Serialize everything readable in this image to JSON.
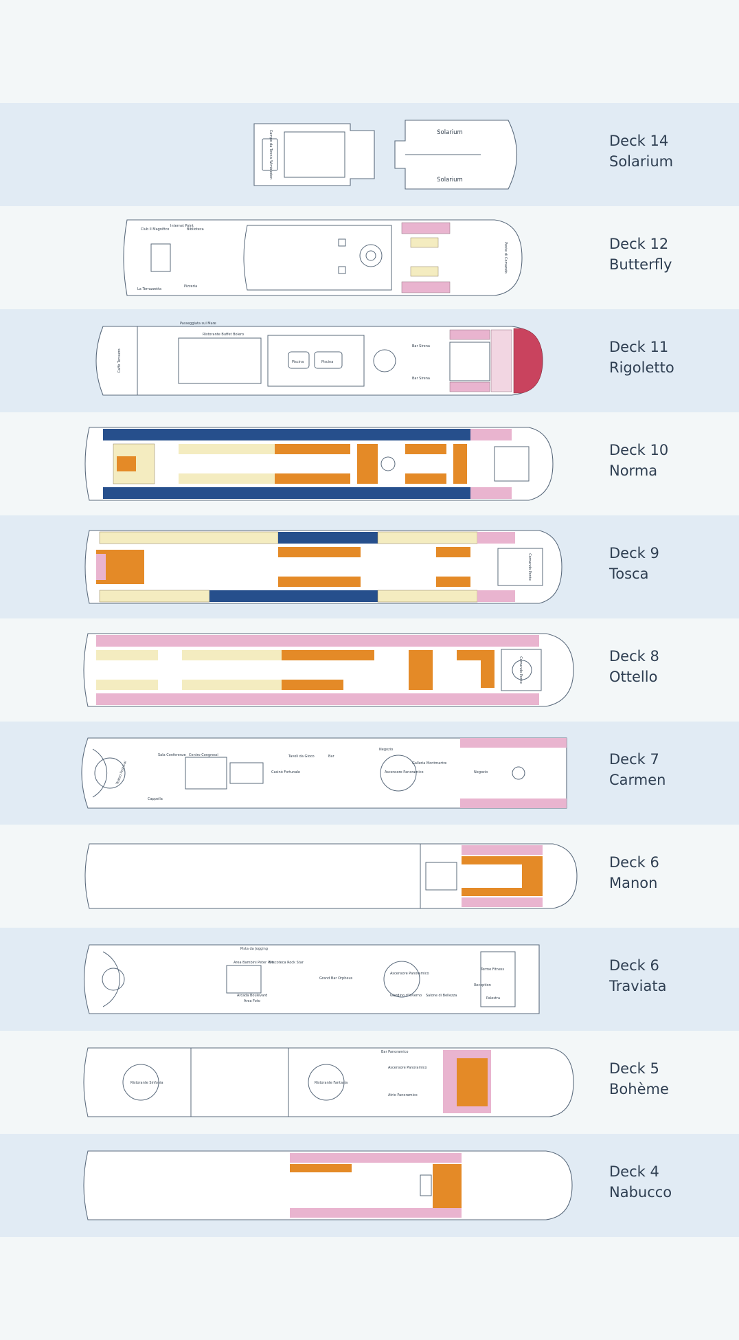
{
  "colors": {
    "background": "#f3f7f8",
    "band_shaded": "#e1ebf4",
    "cabin_pink": "#e9b4cf",
    "cabin_blue": "#264f8c",
    "cabin_orange": "#e48a27",
    "cabin_yellow": "#f4ecc0",
    "suite_red": "#c9435e",
    "label": "#2f3f52"
  },
  "decks": [
    {
      "number": "Deck 14",
      "name": "Solarium",
      "areas": [
        "Solarium",
        "Solarium",
        "Campo da Tennis Wimbledon"
      ]
    },
    {
      "number": "Deck 12",
      "name": "Butterfly",
      "areas": [
        "Club Il Magnifico",
        "Internet Point",
        "Biblioteca",
        "La Terrazzetta",
        "Pizzeria",
        "Ponte di Comando"
      ]
    },
    {
      "number": "Deck 11",
      "name": "Rigoletto",
      "areas": [
        "Caffè Terrazzo",
        "Passeggiata sul Mare",
        "Ristorante Buffet Bolero",
        "Piscina",
        "Piscina",
        "Bar Sirena",
        "Bar Sirena"
      ]
    },
    {
      "number": "Deck 10",
      "name": "Norma",
      "areas": []
    },
    {
      "number": "Deck 9",
      "name": "Tosca",
      "areas": [
        "Comando Ponte"
      ]
    },
    {
      "number": "Deck 8",
      "name": "Ottello",
      "areas": [
        "Comando Ponte"
      ]
    },
    {
      "number": "Deck 7",
      "name": "Carmen",
      "areas": [
        "Teatro Festival",
        "Sala Conferenze",
        "Centro Congressi",
        "Casinò Fortunale",
        "Tavoli da Gioco",
        "Bar",
        "Negozio",
        "Ascensore Panoramico",
        "Galleria Montmartre",
        "Negozio",
        "Cappella"
      ]
    },
    {
      "number": "Deck 6",
      "name": "Manon",
      "areas": []
    },
    {
      "number": "Deck 6",
      "name": "Traviata",
      "areas": [
        "Pista da Jogging",
        "Area Bambini Peter Pan",
        "Discoteca Rock Star",
        "Arcada Boulevard",
        "Area Foto",
        "Grand Bar Orpheus",
        "Ascensore Panoramico",
        "Giardino d'Inverno",
        "Salone di Bellezza",
        "Terme Fitness",
        "Palestra",
        "Reception"
      ]
    },
    {
      "number": "Deck 5",
      "name": "Bohème",
      "areas": [
        "Ristorante Sinfonia",
        "Ristorante Fantasia",
        "Bar Panoramico",
        "Ascensore Panoramico",
        "Atrio Panoramico"
      ]
    },
    {
      "number": "Deck 4",
      "name": "Nabucco",
      "areas": []
    }
  ]
}
